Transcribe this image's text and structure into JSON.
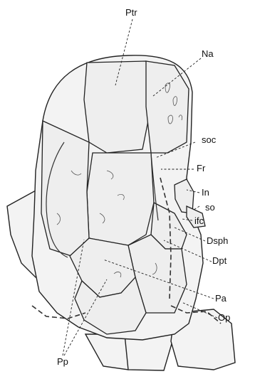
{
  "figure": {
    "labels": {
      "ptr": "Ptr",
      "na": "Na",
      "soc": "soc",
      "fr": "Fr",
      "in": "In",
      "so": "so",
      "ifc": "ifc",
      "dsph": "Dsph",
      "dpt": "Dpt",
      "pa": "Pa",
      "op": "Op",
      "pp": "Pp"
    }
  }
}
